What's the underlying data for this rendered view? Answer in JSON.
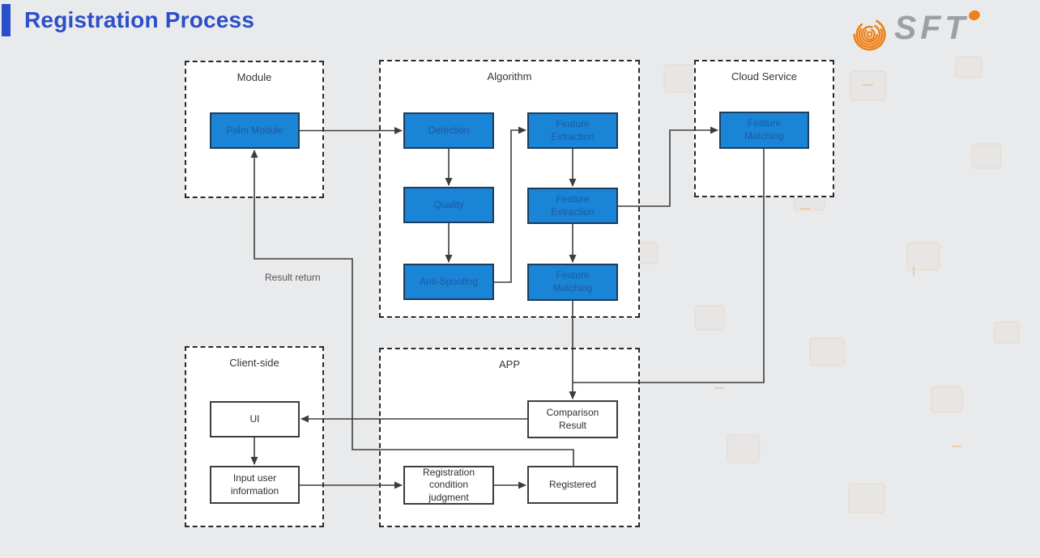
{
  "header": {
    "title": "Registration Process",
    "logo_text": "SFT"
  },
  "colors": {
    "title_blue": "#2b4ecb",
    "node_blue_fill": "#1a84d7",
    "node_blue_text": "#1d5b9d",
    "node_blue_border": "#1e3c5c",
    "logo_orange": "#ef8018",
    "logo_gray": "#9aa0a4",
    "page_background": "#e9eaec",
    "line_color": "#3d3d3d"
  },
  "diagram": {
    "containers": {
      "module": {
        "label": "Module"
      },
      "algorithm": {
        "label": "Algorithm"
      },
      "cloud_service": {
        "label": "Cloud Service"
      },
      "client_side": {
        "label": "Client-side"
      },
      "app": {
        "label": "APP"
      }
    },
    "nodes": {
      "palm_module": {
        "label": "Palm Module",
        "style": "blue",
        "group": "module"
      },
      "detection": {
        "label": "Detection",
        "style": "blue",
        "group": "algorithm"
      },
      "quality": {
        "label": "Quality",
        "style": "blue",
        "group": "algorithm"
      },
      "anti_spoofing": {
        "label": "Anti-Spoofing",
        "style": "blue",
        "group": "algorithm"
      },
      "feature_extraction_top": {
        "label": "Feature Extraction",
        "style": "blue",
        "group": "algorithm"
      },
      "feature_extraction_bottom": {
        "label": "Feature Extraction",
        "style": "blue",
        "group": "algorithm"
      },
      "feature_matching_algorithm": {
        "label": "Feature Matching",
        "style": "blue",
        "group": "algorithm"
      },
      "feature_matching_cloud": {
        "label": "Feature Matching",
        "style": "blue",
        "group": "cloud_service"
      },
      "ui": {
        "label": "UI",
        "style": "white",
        "group": "client_side"
      },
      "input_user_information": {
        "label": "Input user information",
        "style": "white",
        "group": "client_side"
      },
      "comparison_result": {
        "label": "Comparison Result",
        "style": "white",
        "group": "app"
      },
      "registration_condition_judgment": {
        "label": "Registration condition judgment",
        "style": "white",
        "group": "app"
      },
      "registered": {
        "label": "Registered",
        "style": "white",
        "group": "app"
      }
    },
    "edges": [
      {
        "from": "palm_module",
        "to": "detection",
        "arrow": true
      },
      {
        "from": "detection",
        "to": "quality",
        "arrow": true
      },
      {
        "from": "quality",
        "to": "anti_spoofing",
        "arrow": true
      },
      {
        "from": "anti_spoofing",
        "to": "feature_extraction_top",
        "arrow": true
      },
      {
        "from": "feature_extraction_top",
        "to": "feature_extraction_bottom",
        "arrow": true
      },
      {
        "from": "feature_extraction_bottom",
        "to": "feature_matching_algorithm",
        "arrow": true
      },
      {
        "from": "feature_extraction_bottom",
        "to": "feature_matching_cloud",
        "arrow": true
      },
      {
        "from": "feature_matching_algorithm",
        "to": "comparison_result",
        "arrow": true
      },
      {
        "from": "feature_matching_cloud",
        "to": "comparison_result",
        "arrow": false
      },
      {
        "from": "comparison_result",
        "to": "ui",
        "arrow": true
      },
      {
        "from": "ui",
        "to": "input_user_information",
        "arrow": true
      },
      {
        "from": "input_user_information",
        "to": "registration_condition_judgment",
        "arrow": true
      },
      {
        "from": "registration_condition_judgment",
        "to": "registered",
        "arrow": true
      },
      {
        "from": "registered",
        "to": "palm_module",
        "arrow": true,
        "label": "Result return"
      }
    ],
    "edge_labels": {
      "result_return": "Result return"
    }
  }
}
